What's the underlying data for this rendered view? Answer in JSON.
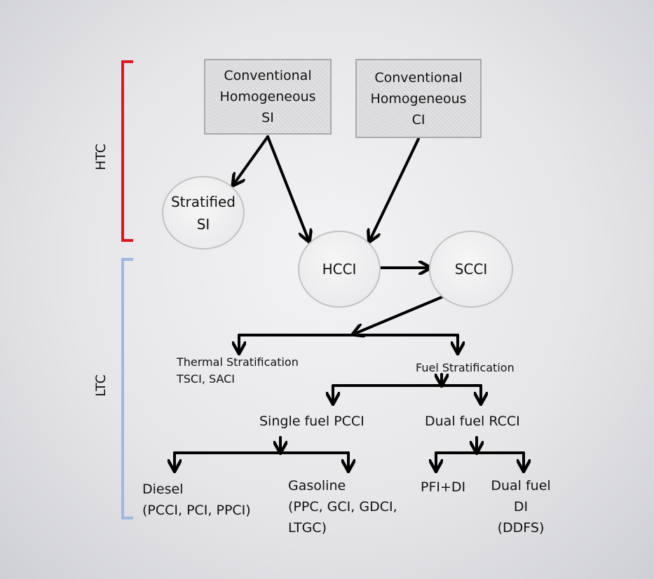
{
  "sides": {
    "htc": "HTC",
    "ltc": "LTC"
  },
  "nodes": {
    "conv_si": [
      "Conventional",
      "Homogeneous",
      "SI"
    ],
    "conv_ci": [
      "Conventional",
      "Homogeneous",
      "CI"
    ],
    "stratified_si": [
      "Stratified",
      "SI"
    ],
    "hcci": "HCCI",
    "scci": "SCCI",
    "thermal_strat": [
      "Thermal Stratification",
      "TSCI, SACI"
    ],
    "fuel_strat": "Fuel Stratification",
    "single_fuel": "Single fuel PCCI",
    "dual_fuel": "Dual fuel RCCI",
    "diesel": [
      "Diesel",
      "(PCCI, PCI, PPCI)"
    ],
    "gasoline": [
      "Gasoline",
      "(PPC, GCI, GDCI,",
      "LTGC)"
    ],
    "pfi_di": "PFI+DI",
    "dual_di": [
      "Dual fuel",
      "DI",
      "(DDFS)"
    ]
  },
  "colors": {
    "htc_bracket": "#e0161c",
    "ltc_bracket": "#9db9e0",
    "arrow": "#000000"
  }
}
